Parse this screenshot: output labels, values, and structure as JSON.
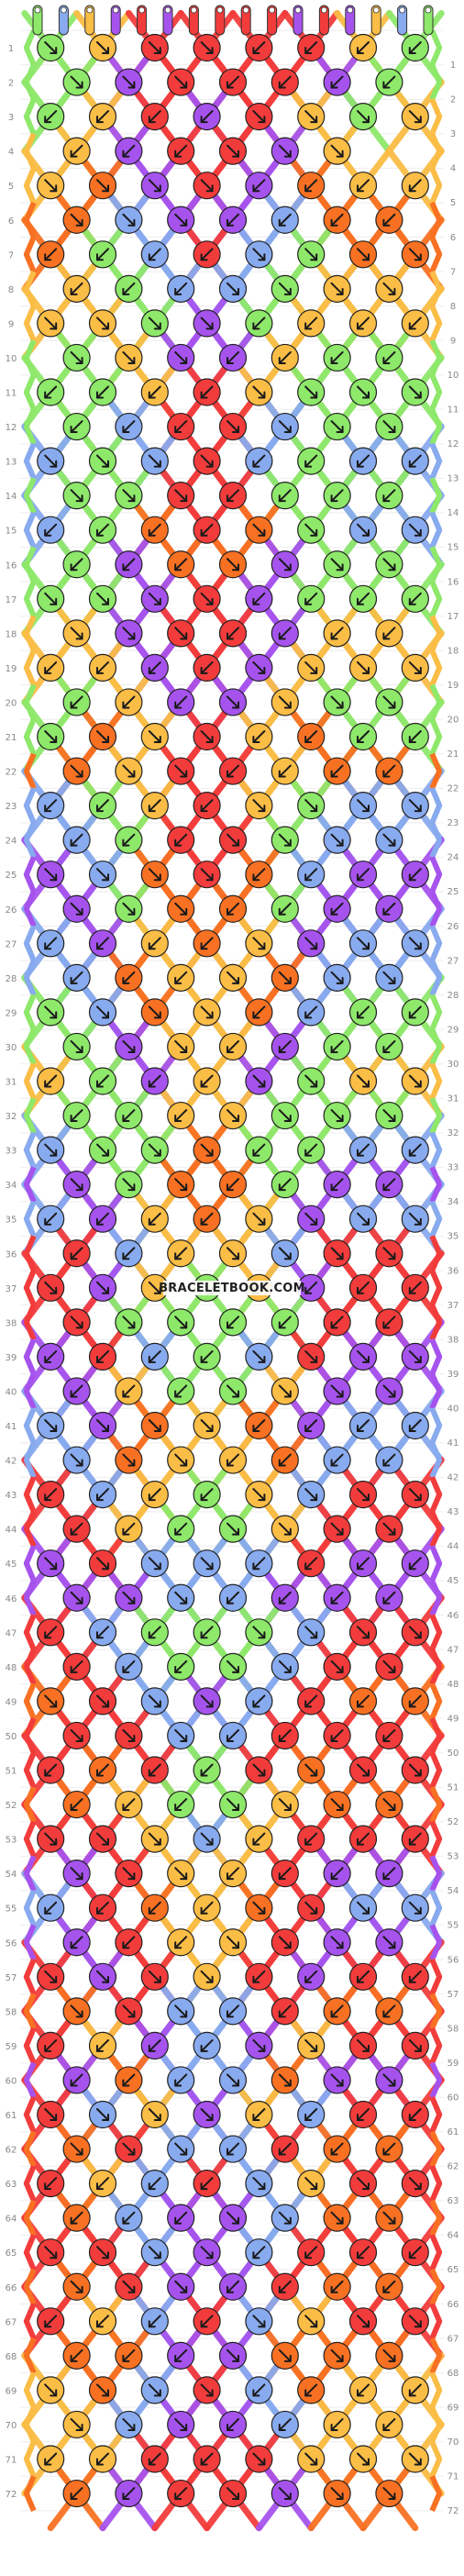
{
  "pattern": {
    "strings": 16,
    "rows": 72,
    "colors": {
      "G": "#8ee86a",
      "Y": "#fabd46",
      "P": "#a653ee",
      "R": "#f23c3c",
      "O": "#f87123",
      "B": "#88aaee"
    },
    "initial_colors": [
      "G",
      "B",
      "Y",
      "P",
      "R",
      "P",
      "R",
      "R",
      "R",
      "R",
      "P",
      "R",
      "P",
      "Y",
      "B",
      "G"
    ],
    "row_labels": [
      "1",
      "2",
      "3",
      "4",
      "5",
      "6",
      "7",
      "8",
      "9",
      "10",
      "11",
      "12",
      "13",
      "14",
      "15",
      "16",
      "17",
      "18",
      "19",
      "20",
      "21",
      "22",
      "23",
      "24",
      "25",
      "26",
      "27",
      "28",
      "29",
      "30",
      "31",
      "32",
      "33",
      "34",
      "35",
      "36",
      "37",
      "38",
      "39",
      "40",
      "41",
      "42",
      "43",
      "44",
      "45",
      "46",
      "47",
      "48",
      "49",
      "50",
      "51",
      "52",
      "53",
      "54",
      "55",
      "56",
      "57",
      "58",
      "59",
      "60",
      "61",
      "62",
      "63",
      "64",
      "65",
      "66",
      "67",
      "68",
      "69",
      "70",
      "71",
      "72"
    ],
    "knot_colors": [
      [
        "G",
        "Y",
        "R",
        "R",
        "R",
        "R",
        "Y",
        "G"
      ],
      [
        "G",
        "P",
        "R",
        "R",
        "R",
        "P",
        "G"
      ],
      [
        "G",
        "Y",
        "R",
        "P",
        "R",
        "Y",
        "G",
        "Y"
      ],
      [
        "Y",
        "P",
        "R",
        "R",
        "P",
        "Y"
      ],
      [
        "Y",
        "O",
        "P",
        "R",
        "P",
        "O",
        "Y",
        "Y"
      ],
      [
        "O",
        "B",
        "P",
        "P",
        "B",
        "O",
        "O"
      ],
      [
        "O",
        "G",
        "B",
        "R",
        "B",
        "G",
        "O",
        "O"
      ],
      [
        "Y",
        "G",
        "B",
        "B",
        "G",
        "Y",
        "Y"
      ],
      [
        "Y",
        "Y",
        "G",
        "P",
        "G",
        "Y",
        "Y",
        "Y"
      ],
      [
        "G",
        "Y",
        "P",
        "P",
        "Y",
        "G",
        "G"
      ],
      [
        "G",
        "G",
        "Y",
        "R",
        "Y",
        "G",
        "G",
        "G"
      ],
      [
        "G",
        "B",
        "R",
        "R",
        "B",
        "G",
        "G"
      ],
      [
        "B",
        "G",
        "B",
        "R",
        "B",
        "G",
        "B",
        "B"
      ],
      [
        "G",
        "G",
        "R",
        "R",
        "G",
        "G",
        "G"
      ],
      [
        "B",
        "G",
        "O",
        "R",
        "O",
        "G",
        "B",
        "B"
      ],
      [
        "G",
        "P",
        "O",
        "O",
        "P",
        "G",
        "G"
      ],
      [
        "G",
        "G",
        "P",
        "R",
        "P",
        "G",
        "G",
        "G"
      ],
      [
        "Y",
        "P",
        "R",
        "R",
        "P",
        "Y",
        "Y"
      ],
      [
        "Y",
        "Y",
        "P",
        "R",
        "P",
        "Y",
        "Y",
        "Y"
      ],
      [
        "G",
        "Y",
        "P",
        "P",
        "Y",
        "G",
        "G"
      ],
      [
        "G",
        "O",
        "Y",
        "R",
        "Y",
        "O",
        "G",
        "G"
      ],
      [
        "O",
        "Y",
        "R",
        "R",
        "Y",
        "O",
        "O"
      ],
      [
        "B",
        "G",
        "Y",
        "R",
        "Y",
        "G",
        "B",
        "B"
      ],
      [
        "B",
        "G",
        "R",
        "R",
        "G",
        "B",
        "B"
      ],
      [
        "P",
        "B",
        "O",
        "R",
        "O",
        "B",
        "P",
        "P"
      ],
      [
        "P",
        "G",
        "O",
        "O",
        "G",
        "P",
        "P"
      ],
      [
        "B",
        "P",
        "Y",
        "O",
        "Y",
        "P",
        "B",
        "B"
      ],
      [
        "B",
        "O",
        "Y",
        "Y",
        "O",
        "B",
        "B"
      ],
      [
        "G",
        "B",
        "O",
        "Y",
        "O",
        "B",
        "G",
        "G"
      ],
      [
        "G",
        "P",
        "Y",
        "Y",
        "P",
        "G",
        "G"
      ],
      [
        "Y",
        "G",
        "P",
        "Y",
        "P",
        "G",
        "Y",
        "Y"
      ],
      [
        "G",
        "G",
        "Y",
        "Y",
        "G",
        "G",
        "G"
      ],
      [
        "B",
        "G",
        "G",
        "O",
        "G",
        "G",
        "B",
        "B"
      ],
      [
        "P",
        "G",
        "O",
        "O",
        "G",
        "P",
        "P"
      ],
      [
        "B",
        "P",
        "Y",
        "O",
        "Y",
        "P",
        "B",
        "B"
      ],
      [
        "R",
        "B",
        "Y",
        "Y",
        "B",
        "R",
        "R"
      ],
      [
        "R",
        "P",
        "Y",
        "G",
        "Y",
        "P",
        "R",
        "R"
      ],
      [
        "R",
        "G",
        "G",
        "G",
        "G",
        "R",
        "R"
      ],
      [
        "P",
        "R",
        "B",
        "G",
        "B",
        "R",
        "P",
        "P"
      ],
      [
        "P",
        "Y",
        "G",
        "G",
        "Y",
        "P",
        "P"
      ],
      [
        "B",
        "P",
        "O",
        "Y",
        "O",
        "P",
        "B",
        "B"
      ],
      [
        "B",
        "O",
        "Y",
        "Y",
        "O",
        "B",
        "B"
      ],
      [
        "R",
        "B",
        "Y",
        "G",
        "Y",
        "B",
        "R",
        "R"
      ],
      [
        "R",
        "Y",
        "G",
        "G",
        "Y",
        "R",
        "R"
      ],
      [
        "P",
        "R",
        "B",
        "B",
        "B",
        "R",
        "P",
        "P"
      ],
      [
        "P",
        "P",
        "B",
        "B",
        "P",
        "P",
        "P"
      ],
      [
        "R",
        "B",
        "G",
        "G",
        "G",
        "B",
        "R",
        "R"
      ],
      [
        "R",
        "B",
        "G",
        "G",
        "B",
        "R",
        "R"
      ],
      [
        "O",
        "R",
        "B",
        "P",
        "B",
        "R",
        "O",
        "O"
      ],
      [
        "R",
        "R",
        "B",
        "B",
        "R",
        "R",
        "R"
      ],
      [
        "R",
        "O",
        "R",
        "G",
        "R",
        "O",
        "R",
        "R"
      ],
      [
        "O",
        "Y",
        "G",
        "G",
        "Y",
        "O",
        "O"
      ],
      [
        "R",
        "R",
        "Y",
        "B",
        "Y",
        "R",
        "R",
        "R"
      ],
      [
        "P",
        "R",
        "Y",
        "Y",
        "R",
        "P",
        "P"
      ],
      [
        "B",
        "R",
        "O",
        "Y",
        "O",
        "R",
        "B",
        "B"
      ],
      [
        "P",
        "R",
        "Y",
        "Y",
        "R",
        "P",
        "P"
      ],
      [
        "R",
        "P",
        "R",
        "Y",
        "R",
        "P",
        "R",
        "R"
      ],
      [
        "O",
        "R",
        "B",
        "B",
        "R",
        "O",
        "O"
      ],
      [
        "R",
        "Y",
        "P",
        "B",
        "P",
        "Y",
        "R",
        "R"
      ],
      [
        "P",
        "O",
        "B",
        "B",
        "O",
        "P",
        "P"
      ],
      [
        "R",
        "B",
        "Y",
        "P",
        "Y",
        "B",
        "R",
        "R"
      ],
      [
        "O",
        "R",
        "B",
        "B",
        "R",
        "O",
        "O"
      ],
      [
        "R",
        "Y",
        "B",
        "R",
        "B",
        "Y",
        "R",
        "R"
      ],
      [
        "O",
        "B",
        "P",
        "P",
        "B",
        "O",
        "O"
      ],
      [
        "R",
        "R",
        "B",
        "P",
        "B",
        "R",
        "R",
        "R"
      ],
      [
        "O",
        "R",
        "P",
        "P",
        "R",
        "O",
        "O"
      ],
      [
        "R",
        "Y",
        "B",
        "R",
        "B",
        "Y",
        "R",
        "R"
      ],
      [
        "O",
        "O",
        "P",
        "P",
        "O",
        "O",
        "O"
      ],
      [
        "Y",
        "O",
        "B",
        "R",
        "B",
        "O",
        "Y",
        "Y"
      ],
      [
        "Y",
        "B",
        "P",
        "P",
        "B",
        "Y",
        "Y"
      ],
      [
        "Y",
        "Y",
        "R",
        "R",
        "R",
        "Y",
        "Y",
        "Y"
      ],
      [
        "O",
        "P",
        "R",
        "R",
        "P",
        "O",
        "O"
      ]
    ],
    "watermark": "BRACELETBOOK.COM"
  }
}
